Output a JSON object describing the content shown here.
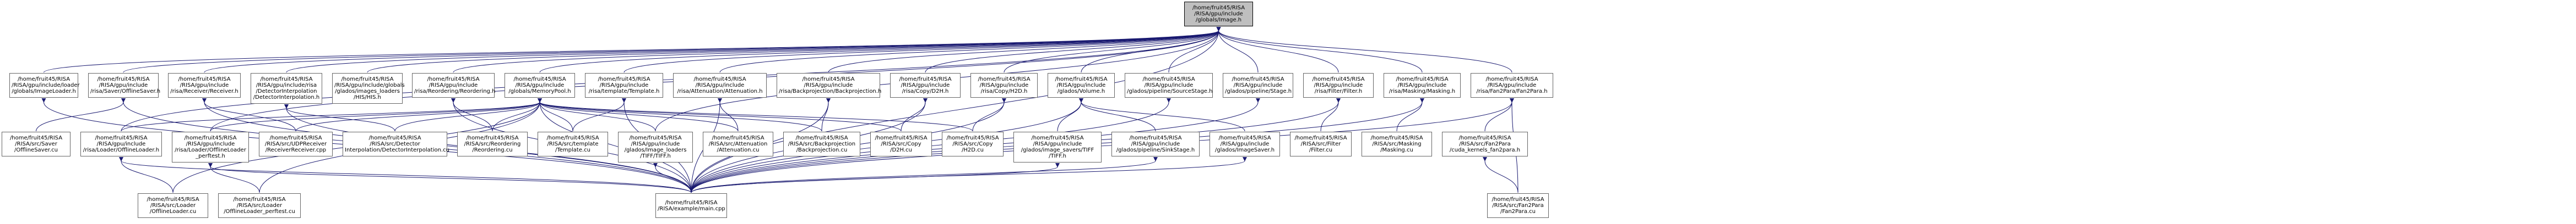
{
  "colors": {
    "edge": "#191970",
    "node_border": "#666666",
    "root_fill": "#bfbfbf",
    "node_fill": "#ffffff"
  },
  "nodes": [
    {
      "id": "root",
      "root": true,
      "lines": [
        "/home/fruit45/RISA",
        "/RISA/gpu/include",
        "/globals/Image.h"
      ]
    },
    {
      "id": "n1",
      "lines": [
        "/home/fruit45/RISA",
        "/RISA/gpu/include/loader",
        "/globals/ImageLoader.h"
      ]
    },
    {
      "id": "n2",
      "lines": [
        "/home/fruit45/RISA",
        "/RISA/gpu/include",
        "/risa/Saver/OfflineSaver.h"
      ]
    },
    {
      "id": "n3",
      "lines": [
        "/home/fruit45/RISA",
        "/RISA/gpu/include",
        "/risa/Receiver/Receiver.h"
      ]
    },
    {
      "id": "n4",
      "lines": [
        "/home/fruit45/RISA",
        "/RISA/gpu/include/risa",
        "/DetectorInterpolation",
        "/DetectorInterpolation.h"
      ]
    },
    {
      "id": "n5",
      "lines": [
        "/home/fruit45/RISA",
        "/RISA/gpu/include/globals",
        "/glados/images_loaders",
        "/HIS/HIS.h"
      ]
    },
    {
      "id": "n6",
      "lines": [
        "/home/fruit45/RISA",
        "/RISA/gpu/include",
        "/risa/Reordering/Reordering.h"
      ]
    },
    {
      "id": "n7",
      "lines": [
        "/home/fruit45/RISA",
        "/RISA/gpu/include",
        "/globals/MemoryPool.h"
      ]
    },
    {
      "id": "n8",
      "lines": [
        "/home/fruit45/RISA",
        "/RISA/gpu/include",
        "/risa/template/Template.h"
      ]
    },
    {
      "id": "n9",
      "lines": [
        "/home/fruit45/RISA",
        "/RISA/gpu/include",
        "/risa/Attenuation/Attenuation.h"
      ]
    },
    {
      "id": "n10",
      "lines": [
        "/home/fruit45/RISA",
        "/RISA/gpu/include",
        "/risa/Backprojection/Backprojection.h"
      ]
    },
    {
      "id": "n11",
      "lines": [
        "/home/fruit45/RISA",
        "/RISA/gpu/include",
        "/risa/Copy/D2H.h"
      ]
    },
    {
      "id": "n12",
      "lines": [
        "/home/fruit45/RISA",
        "/RISA/gpu/include",
        "/risa/Copy/H2D.h"
      ]
    },
    {
      "id": "n13",
      "lines": [
        "/home/fruit45/RISA",
        "/RISA/gpu/include",
        "/glados/Volume.h"
      ]
    },
    {
      "id": "n14",
      "lines": [
        "/home/fruit45/RISA",
        "/RISA/gpu/include",
        "/glados/pipeline/SourceStage.h"
      ]
    },
    {
      "id": "n15",
      "lines": [
        "/home/fruit45/RISA",
        "/RISA/gpu/include",
        "/glados/pipeline/Stage.h"
      ]
    },
    {
      "id": "n16",
      "lines": [
        "/home/fruit45/RISA",
        "/RISA/gpu/include",
        "/risa/Filter/Filter.h"
      ]
    },
    {
      "id": "n17",
      "lines": [
        "/home/fruit45/RISA",
        "/RISA/gpu/include",
        "/risa/Masking/Masking.h"
      ]
    },
    {
      "id": "n18",
      "lines": [
        "/home/fruit45/RISA",
        "/RISA/gpu/include",
        "/risa/Fan2Para/Fan2Para.h"
      ]
    },
    {
      "id": "m1",
      "lines": [
        "/home/fruit45/RISA",
        "/RISA/src/Saver",
        "/OfflineSaver.cu"
      ]
    },
    {
      "id": "m2",
      "lines": [
        "/home/fruit45/RISA",
        "/RISA/gpu/include",
        "/risa/Loader/OfflineLoader.h"
      ]
    },
    {
      "id": "m3",
      "lines": [
        "/home/fruit45/RISA",
        "/RISA/gpu/include",
        "/risa/Loader/OfflineLoader",
        "_perftest.h"
      ]
    },
    {
      "id": "m4",
      "lines": [
        "/home/fruit45/RISA",
        "/RISA/src/UDPReceiver",
        "/ReceiverReceiver.cpp"
      ]
    },
    {
      "id": "m5",
      "lines": [
        "/home/fruit45/RISA",
        "/RISA/src/Detector",
        "Interpolation/DetectorInterpolation.cu"
      ]
    },
    {
      "id": "m6",
      "lines": [
        "/home/fruit45/RISA",
        "/RISA/src/Reordering",
        "/Reordering.cu"
      ]
    },
    {
      "id": "m7",
      "lines": [
        "/home/fruit45/RISA",
        "/RISA/src/template",
        "/Template.cu"
      ]
    },
    {
      "id": "m8",
      "lines": [
        "/home/fruit45/RISA",
        "/RISA/gpu/include",
        "/glados/Image_loaders",
        "/TIFF/TIFF.h"
      ]
    },
    {
      "id": "m9",
      "lines": [
        "/home/fruit45/RISA",
        "/RISA/src/Attenuation",
        "/Attenuation.cu"
      ]
    },
    {
      "id": "m10",
      "lines": [
        "/home/fruit45/RISA",
        "/RISA/src/Backprojection",
        "/Backprojection.cu"
      ]
    },
    {
      "id": "m11",
      "lines": [
        "/home/fruit45/RISA",
        "/RISA/src/Copy",
        "/D2H.cu"
      ]
    },
    {
      "id": "m12",
      "lines": [
        "/home/fruit45/RISA",
        "/RISA/src/Copy",
        "/H2D.cu"
      ]
    },
    {
      "id": "m13",
      "lines": [
        "/home/fruit45/RISA",
        "/RISA/gpu/include",
        "/glados/image_savers/TIFF",
        "/TIFF.h"
      ]
    },
    {
      "id": "m14",
      "lines": [
        "/home/fruit45/RISA",
        "/RISA/gpu/include",
        "/glados/pipeline/SinkStage.h"
      ]
    },
    {
      "id": "m15",
      "lines": [
        "/home/fruit45/RISA",
        "/RISA/gpu/include",
        "/glados/ImageSaver.h"
      ]
    },
    {
      "id": "m16",
      "lines": [
        "/home/fruit45/RISA",
        "/RISA/src/Filter",
        "/Filter.cu"
      ]
    },
    {
      "id": "m17",
      "lines": [
        "/home/fruit45/RISA",
        "/RISA/src/Masking",
        "/Masking.cu"
      ]
    },
    {
      "id": "m18",
      "lines": [
        "/home/fruit45/RISA",
        "/RISA/src/Fan2Para",
        "/cuda_kernels_fan2para.h"
      ]
    },
    {
      "id": "b1",
      "lines": [
        "/home/fruit45/RISA",
        "/RISA/src/Loader",
        "/OfflineLoader.cu"
      ]
    },
    {
      "id": "b2",
      "lines": [
        "/home/fruit45/RISA",
        "/RISA/src/Loader",
        "/OfflineLoader_perftest.cu"
      ]
    },
    {
      "id": "b3",
      "lines": [
        "/home/fruit45/RISA",
        "/RISA/example/main.cpp"
      ]
    },
    {
      "id": "b4",
      "lines": [
        "/home/fruit45/RISA",
        "/RISA/src/Fan2Para",
        "/Fan2Para.cu"
      ]
    }
  ]
}
